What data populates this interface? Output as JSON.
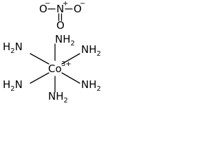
{
  "nitrate": {
    "atoms": {
      "o_left": "O",
      "n": "N",
      "o_right": "O",
      "o_bottom": "O"
    },
    "charges": {
      "o_left": "−",
      "n": "+",
      "o_right": "−"
    }
  },
  "complex": {
    "center": "Co",
    "center_charge": "3+",
    "ligands": {
      "top_label": "NH",
      "top_sub": "2",
      "upper_left_label": "H",
      "upper_left_sub": "2",
      "upper_left_tail": "N",
      "upper_right_label": "NH",
      "upper_right_sub": "2",
      "lower_left_label": "H",
      "lower_left_sub": "2",
      "lower_left_tail": "N",
      "lower_right_label": "NH",
      "lower_right_sub": "2",
      "bottom_label": "NH",
      "bottom_sub": "2"
    }
  }
}
